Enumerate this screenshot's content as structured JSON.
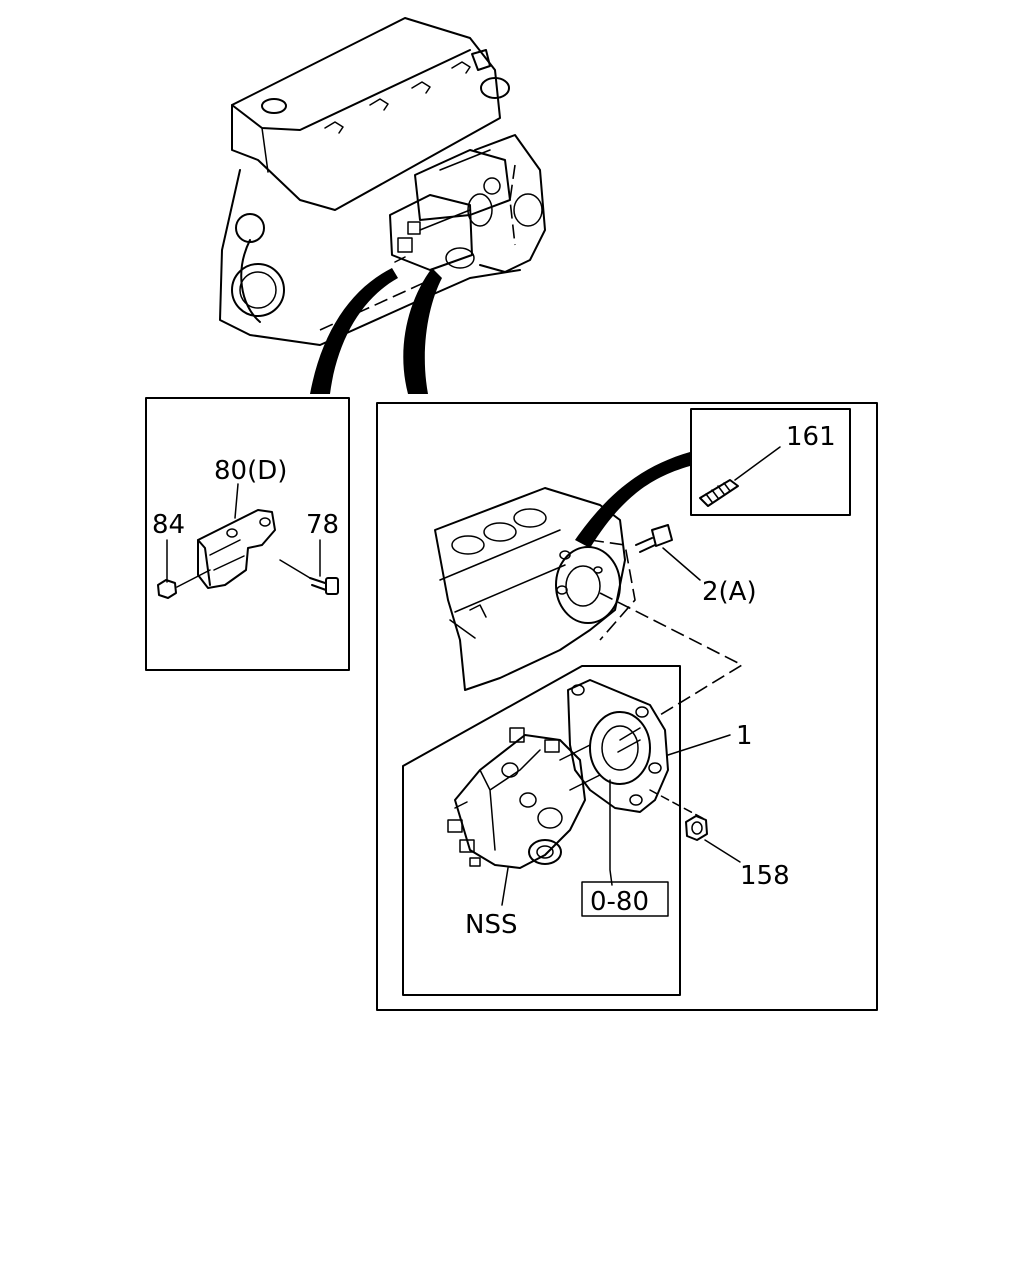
{
  "labels": {
    "bracket_part": "80(D)",
    "nut_left": "84",
    "bolt_right": "78",
    "stud_detail": "161",
    "bolt_flange": "2(A)",
    "pump_assembly": "1",
    "nut_flange": "158",
    "pump_ref": "0-80",
    "not_serviced": "NSS"
  }
}
